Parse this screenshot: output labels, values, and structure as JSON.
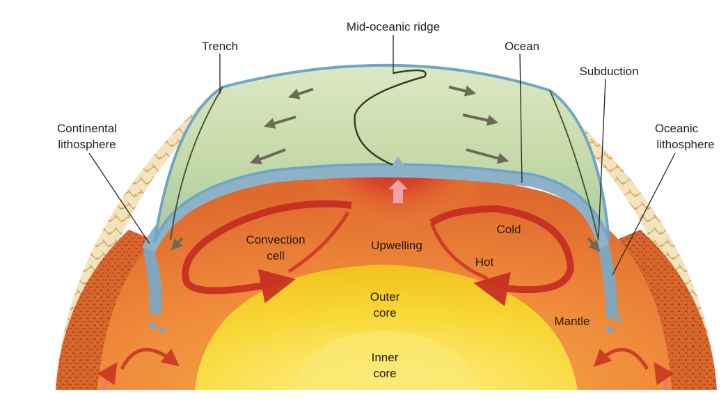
{
  "labels": {
    "mid_oceanic_ridge": "Mid-oceanic ridge",
    "trench": "Trench",
    "ocean": "Ocean",
    "subduction": "Subduction",
    "continental_lithosphere_1": "Continental",
    "continental_lithosphere_2": "lithosphere",
    "oceanic_lithosphere_1": "Oceanic",
    "oceanic_lithosphere_2": "lithosphere",
    "convection_cell_1": "Convection",
    "convection_cell_2": "cell",
    "upwelling": "Upwelling",
    "cold": "Cold",
    "hot": "Hot",
    "outer_core_1": "Outer",
    "outer_core_2": "core",
    "mantle": "Mantle",
    "inner_core_1": "Inner",
    "inner_core_2": "core"
  },
  "colors": {
    "ocean_surface": "#c9dcae",
    "ocean_edge": "#6fa6c8",
    "lithosphere": "#8fb3c6",
    "mantle_outer": "#e87a38",
    "mantle_hot": "#c8281c",
    "outer_core": "#f7d330",
    "inner_core": "#fbe46a",
    "continent": "#d9662c",
    "convection_arrow": "#c62a22"
  }
}
